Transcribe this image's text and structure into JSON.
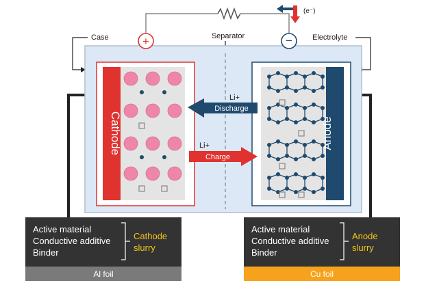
{
  "labels": {
    "electron": "(e⁻)",
    "case": "Case",
    "separator": "Separator",
    "electrolyte": "Electrolyte",
    "cathode": "Cathode",
    "anode": "Anode",
    "li_top": "Li+",
    "discharge": "Discharge",
    "li_bottom": "Li+",
    "charge": "Charge",
    "plus": "+",
    "minus": "−"
  },
  "cathode_box": {
    "lines": [
      "Active material",
      "Conductive additive",
      "Binder"
    ],
    "slurry": [
      "Cathode",
      "slurry"
    ],
    "foil": "Al foil"
  },
  "anode_box": {
    "lines": [
      "Active material",
      "Conductive additive",
      "Binder"
    ],
    "slurry": [
      "Anode",
      "slurry"
    ],
    "foil": "Cu foil"
  },
  "colors": {
    "cathode_red": "#e0322f",
    "anode_navy": "#1f4a6e",
    "electrolyte_bg": "#dce8f5",
    "particle_pink": "#ee86a9",
    "foil_gray": "#7a7a7a",
    "foil_orange": "#f6a21c",
    "box_dark": "#333333",
    "slurry_yellow": "#f5c518"
  },
  "icons": {
    "resistor": "resistor-icon",
    "electron_flow": "electron-flow-arrow-icon"
  }
}
